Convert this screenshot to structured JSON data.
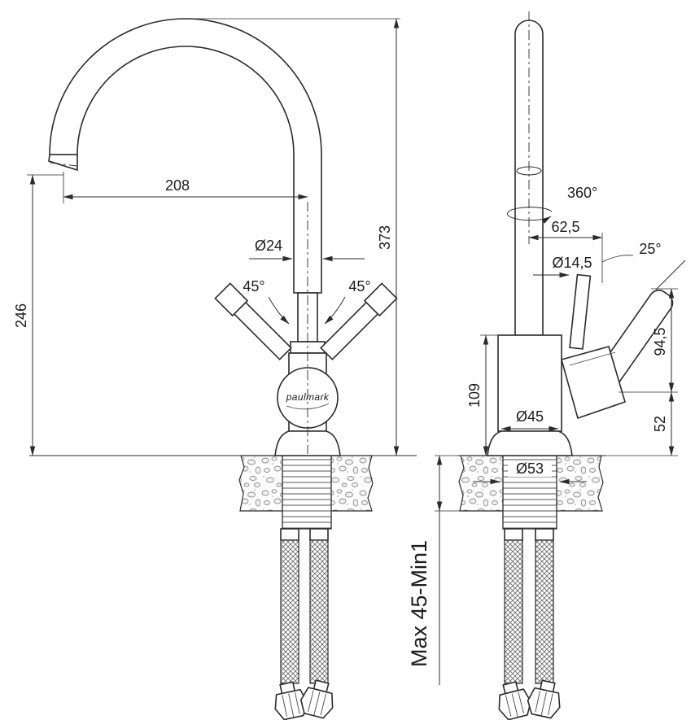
{
  "page": {
    "background": "#ffffff",
    "line_color": "#2b2b2b"
  },
  "brand": "paulmark",
  "front_view": {
    "spout_reach": "208",
    "height_to_spout": "246",
    "total_height": "373",
    "spout_diameter": "Ø24",
    "left_handle_angle": "45°",
    "right_handle_angle": "45°"
  },
  "side_view": {
    "swivel_angle": "360°",
    "handle_offset": "62,5",
    "handle_tilt": "25°",
    "handle_rod_diameter": "Ø14,5",
    "handle_length": "94,5",
    "body_height": "109",
    "base_diameter": "Ø45",
    "base_height": "52",
    "hole_diameter": "Ø53",
    "counter_thickness": "Max 45-Min1"
  }
}
